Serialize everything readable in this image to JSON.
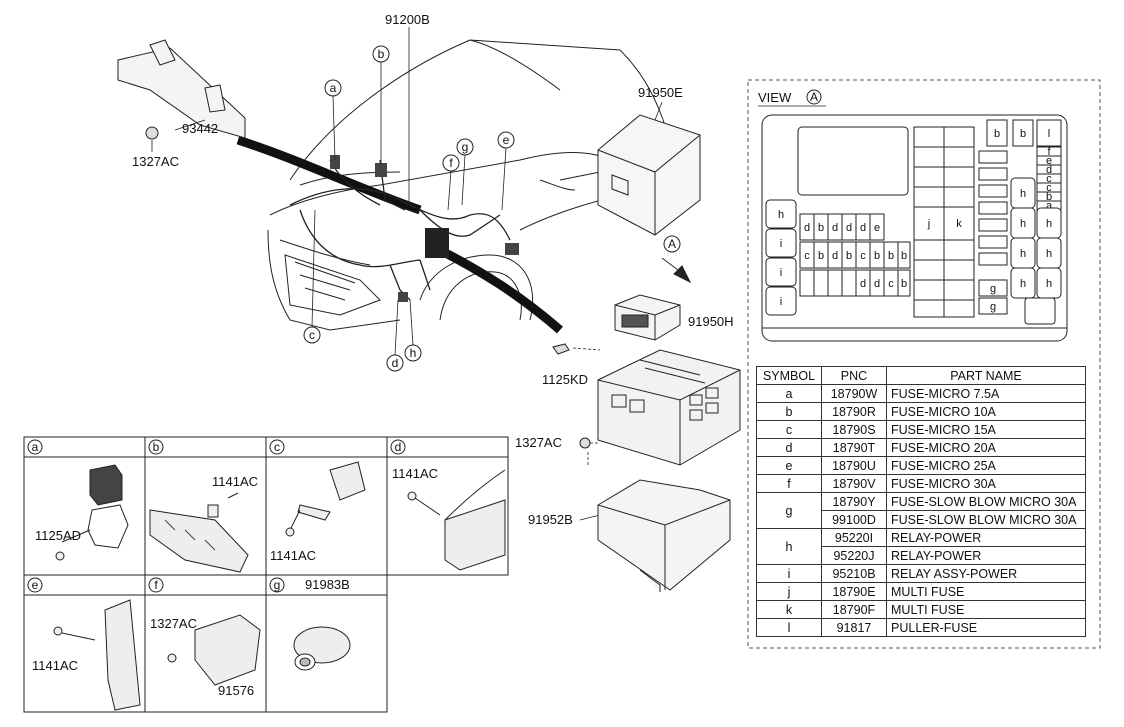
{
  "main_labels": {
    "harness": "91200B",
    "bracket": "93442",
    "nut_left": "1327AC",
    "cover": "91950E",
    "relay_box": "91950H",
    "bolt": "1125KD",
    "nut_mid": "1327AC",
    "lower_cover": "91952B"
  },
  "callouts": [
    "a",
    "b",
    "g",
    "f",
    "e",
    "c",
    "d",
    "h"
  ],
  "view_marker": "A",
  "details": [
    {
      "letter": "a",
      "labels": [
        "1125AD"
      ]
    },
    {
      "letter": "b",
      "labels": [
        "1141AC"
      ]
    },
    {
      "letter": "c",
      "labels": [
        "1141AC"
      ]
    },
    {
      "letter": "d",
      "labels": [
        "1141AC"
      ]
    },
    {
      "letter": "e",
      "labels": [
        "1141AC"
      ]
    },
    {
      "letter": "f",
      "labels": [
        "1327AC",
        "91576"
      ]
    },
    {
      "letter": "g",
      "labels": [
        "91983B"
      ]
    }
  ],
  "view": {
    "title": "VIEW",
    "marker": "A",
    "left_column": [
      "h",
      "i",
      "i",
      "i"
    ],
    "row1": [
      "d",
      "b",
      "d",
      "d",
      "d",
      "e"
    ],
    "row2": [
      "c",
      "b",
      "d",
      "b",
      "c",
      "b",
      "b",
      "b"
    ],
    "row3": [
      "d",
      "d",
      "c",
      "b"
    ],
    "multi": [
      "j",
      "k"
    ],
    "top_right": [
      "b",
      "b",
      "l"
    ],
    "right_stack": [
      "f",
      "e",
      "d",
      "c",
      "c",
      "b",
      "a"
    ],
    "right_h": [
      "h",
      "h",
      "h",
      "h",
      "h",
      "h",
      "h"
    ],
    "g_cells": [
      "g",
      "g"
    ]
  },
  "legend": {
    "headers": [
      "SYMBOL",
      "PNC",
      "PART NAME"
    ],
    "rows": [
      {
        "symbol": "a",
        "items": [
          {
            "pnc": "18790W",
            "name": "FUSE-MICRO 7.5A"
          }
        ]
      },
      {
        "symbol": "b",
        "items": [
          {
            "pnc": "18790R",
            "name": "FUSE-MICRO 10A"
          }
        ]
      },
      {
        "symbol": "c",
        "items": [
          {
            "pnc": "18790S",
            "name": "FUSE-MICRO 15A"
          }
        ]
      },
      {
        "symbol": "d",
        "items": [
          {
            "pnc": "18790T",
            "name": "FUSE-MICRO 20A"
          }
        ]
      },
      {
        "symbol": "e",
        "items": [
          {
            "pnc": "18790U",
            "name": "FUSE-MICRO 25A"
          }
        ]
      },
      {
        "symbol": "f",
        "items": [
          {
            "pnc": "18790V",
            "name": "FUSE-MICRO 30A"
          }
        ]
      },
      {
        "symbol": "g",
        "items": [
          {
            "pnc": "18790Y",
            "name": "FUSE-SLOW BLOW MICRO 30A"
          },
          {
            "pnc": "99100D",
            "name": "FUSE-SLOW BLOW MICRO 30A"
          }
        ]
      },
      {
        "symbol": "h",
        "items": [
          {
            "pnc": "95220I",
            "name": "RELAY-POWER"
          },
          {
            "pnc": "95220J",
            "name": "RELAY-POWER"
          }
        ]
      },
      {
        "symbol": "i",
        "items": [
          {
            "pnc": "95210B",
            "name": "RELAY ASSY-POWER"
          }
        ]
      },
      {
        "symbol": "j",
        "items": [
          {
            "pnc": "18790E",
            "name": "MULTI FUSE"
          }
        ]
      },
      {
        "symbol": "k",
        "items": [
          {
            "pnc": "18790F",
            "name": "MULTI FUSE"
          }
        ]
      },
      {
        "symbol": "l",
        "items": [
          {
            "pnc": "91817",
            "name": "PULLER-FUSE"
          }
        ]
      }
    ]
  }
}
